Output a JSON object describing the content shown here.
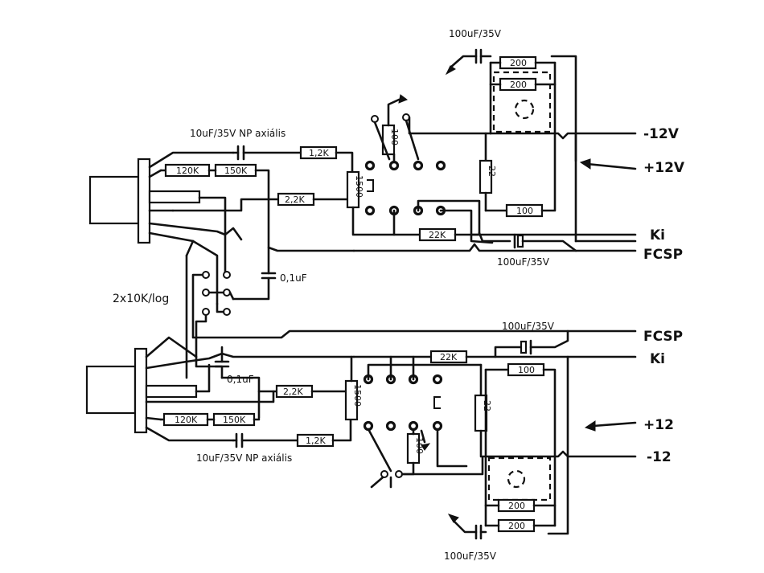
{
  "labels": {
    "minus12v": "-12V",
    "plus12v": "+12V",
    "ki_top": "Ki",
    "fcsp_top": "FCSP",
    "fcsp_bottom": "FCSP",
    "ki_bottom": "Ki",
    "plus12": "+12",
    "minus12": "-12",
    "pot": "2x10K/log"
  },
  "components": {
    "cap_100u_top": "100uF/35V",
    "cap_100u_ki_top": "100uF/35V",
    "cap_100u_fcsp_bottom": "100uF/35V",
    "cap_100u_bottom": "100uF/35V",
    "cap_np_top": "10uF/35V NP axiális",
    "cap_np_bottom": "10uF/35V NP axiális",
    "cap_01_top": "0,1uF",
    "cap_01_bottom": "0,1uF",
    "r_1k2_top": "1,2K",
    "r_1k2_bottom": "1,2K",
    "r_120k_top": "120K",
    "r_150k_top": "150K",
    "r_120k_bottom": "120K",
    "r_150k_bottom": "150K",
    "r_2k2_top": "2,2K",
    "r_2k2_bottom": "2,2K",
    "r_1500_top": "1500",
    "r_1500_bottom": "1500",
    "r_22k_top": "22K",
    "r_22k_bottom": "22K",
    "r_22_top": "22",
    "r_22_bottom": "22",
    "r_100_top": "100",
    "r_100_bottom": "100",
    "r_100_small_top": "100",
    "r_100_small_bottom": "100",
    "r_200a_top": "200",
    "r_200b_top": "200",
    "r_200a_bottom": "200",
    "r_200b_bottom": "200"
  }
}
